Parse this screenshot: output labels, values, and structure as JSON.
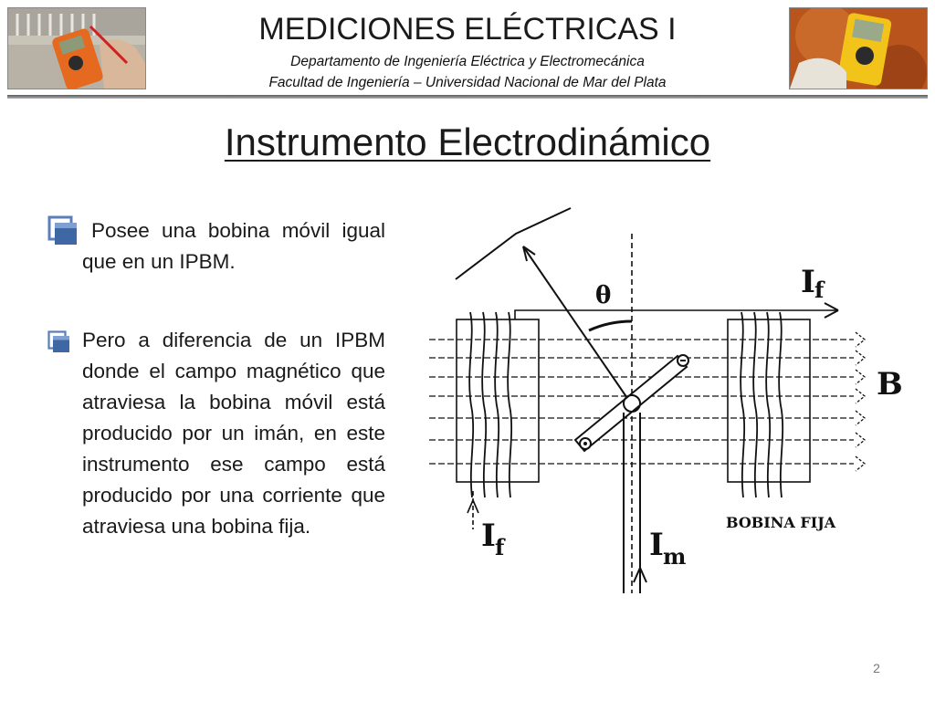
{
  "header": {
    "course_title": "MEDICIONES ELÉCTRICAS I",
    "department": "Departamento de Ingeniería Eléctrica y Electromecánica",
    "faculty": "Facultad de Ingeniería – Universidad Nacional de Mar del Plata"
  },
  "slide": {
    "title": "Instrumento Electrodinámico",
    "bullets": [
      {
        "text": "Posee una bobina móvil igual que en un IPBM."
      },
      {
        "text": "Pero a diferencia de un IPBM donde el campo magnético que atraviesa la bobina móvil está producido por un imán, en este instrumento ese campo está producido por una corriente que atraviesa una bobina fija."
      }
    ],
    "page_number": "2"
  },
  "diagram": {
    "labels": {
      "theta": "θ",
      "if_top": "I",
      "if_top_sub": "f",
      "if_bottom": "I",
      "if_bottom_sub": "f",
      "b_field": "B",
      "im": "I",
      "im_sub": "m",
      "fixed_coil": "BOBINA FIJA"
    }
  },
  "colors": {
    "bullet_icon": "#4a6fa5",
    "header_rule": "#7a7a7a"
  }
}
